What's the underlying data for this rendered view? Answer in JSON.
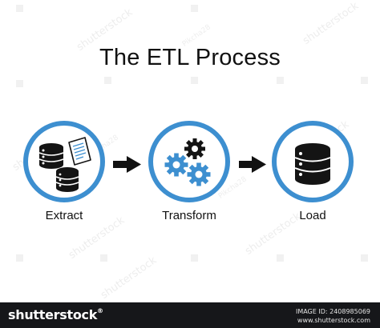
{
  "title": "The ETL Process",
  "steps": [
    {
      "label": "Extract",
      "icon": "databases-and-document-icon"
    },
    {
      "label": "Transform",
      "icon": "gears-icon"
    },
    {
      "label": "Load",
      "icon": "database-icon"
    }
  ],
  "colors": {
    "circle_stroke": "#3d8fd0",
    "icon_dark": "#141414",
    "gear_blue": "#3d8fd0",
    "text": "#111111",
    "footer_bg": "#16171a"
  },
  "watermark": {
    "text": "shutterstock",
    "author": "Pikcha28"
  },
  "footer": {
    "brand": "shutterstock",
    "reg_mark": "®",
    "image_id": "IMAGE ID: 2408985069",
    "site": "www.shutterstock.com"
  }
}
